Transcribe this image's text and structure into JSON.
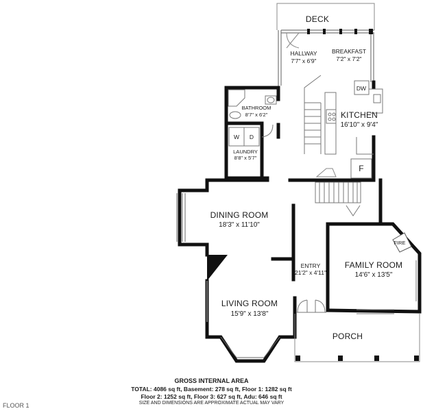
{
  "rooms": {
    "deck": {
      "name": "DECK"
    },
    "hallway": {
      "name": "HALLWAY",
      "dims": "7'7\" x 6'9\""
    },
    "breakfast": {
      "name": "BREAKFAST",
      "dims": "7'2\" x 7'2\""
    },
    "bathroom": {
      "name": "BATHROOM",
      "dims": "8'7\" x 6'2\""
    },
    "kitchen": {
      "name": "KITCHEN",
      "dims": "16'10\" x 9'4\""
    },
    "laundry": {
      "name": "LAUNDRY",
      "dims": "8'8\" x 5'7\""
    },
    "dining_room": {
      "name": "DINING ROOM",
      "dims": "18'3\" x 11'10\""
    },
    "entry": {
      "name": "ENTRY",
      "dims": "21'2\" x 4'11\""
    },
    "family_room": {
      "name": "FAMILY ROOM",
      "dims": "14'6\" x 13'5\""
    },
    "living_room": {
      "name": "LIVING ROOM",
      "dims": "15'9\" x 13'8\""
    },
    "porch": {
      "name": "PORCH"
    }
  },
  "fixtures": {
    "dishwasher": "DW",
    "fridge": "F",
    "washer": "W",
    "dryer": "D",
    "fireplace": "FIRE"
  },
  "area": {
    "title": "GROSS INTERNAL AREA",
    "line1": "TOTAL: 4086 sq ft, Basement: 278 sq ft, Floor 1: 1282 sq ft",
    "line2": "Floor 2: 1252 sq ft, Floor 3: 627 sq ft, Adu: 646 sq ft",
    "note": "SIZE AND DIMENSIONS ARE APPROXIMATE ACTUAL MAY VARY"
  },
  "floor_label": "FLOOR 1",
  "colors": {
    "wall": "#111111",
    "thin": "#666666",
    "background": "#ffffff"
  }
}
